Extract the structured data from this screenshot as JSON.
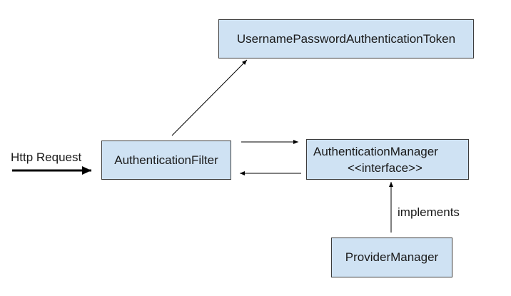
{
  "nodes": {
    "token": {
      "label": "UsernamePasswordAuthenticationToken"
    },
    "filter": {
      "label": "AuthenticationFilter"
    },
    "manager": {
      "line1": "AuthenticationManager",
      "line2": "<<interface>>"
    },
    "provider": {
      "label": "ProviderManager"
    }
  },
  "edge_labels": {
    "http_request": "Http Request",
    "implements": "implements"
  },
  "colors": {
    "box_fill": "#cfe2f3",
    "box_border": "#3c3c3c",
    "arrow": "#000000"
  }
}
